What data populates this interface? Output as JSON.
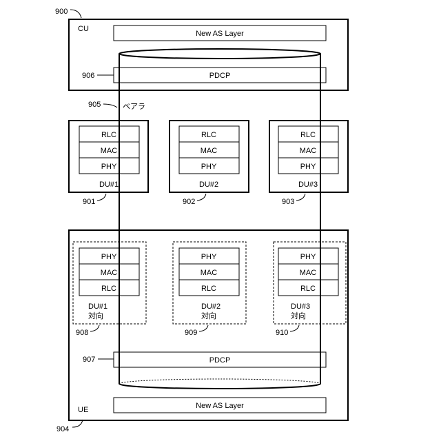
{
  "cu": {
    "ref": "900",
    "label": "CU",
    "new_as_layer": "New AS Layer",
    "pdcp": "PDCP",
    "pdcp_ref": "906"
  },
  "bearer": {
    "ref": "905",
    "label": "ベアラ"
  },
  "dus": [
    {
      "ref": "901",
      "name": "DU#1",
      "layers": [
        "RLC",
        "MAC",
        "PHY"
      ]
    },
    {
      "ref": "902",
      "name": "DU#2",
      "layers": [
        "RLC",
        "MAC",
        "PHY"
      ]
    },
    {
      "ref": "903",
      "name": "DU#3",
      "layers": [
        "RLC",
        "MAC",
        "PHY"
      ]
    }
  ],
  "ue": {
    "ref": "904",
    "label": "UE",
    "new_as_layer": "New AS Layer",
    "pdcp": "PDCP",
    "pdcp_ref": "907",
    "counterparts": [
      {
        "ref": "908",
        "name": "DU#1",
        "suffix": "対向",
        "layers": [
          "PHY",
          "MAC",
          "RLC"
        ]
      },
      {
        "ref": "909",
        "name": "DU#2",
        "suffix": "対向",
        "layers": [
          "PHY",
          "MAC",
          "RLC"
        ]
      },
      {
        "ref": "910",
        "name": "DU#3",
        "suffix": "対向",
        "layers": [
          "PHY",
          "MAC",
          "RLC"
        ]
      }
    ]
  }
}
